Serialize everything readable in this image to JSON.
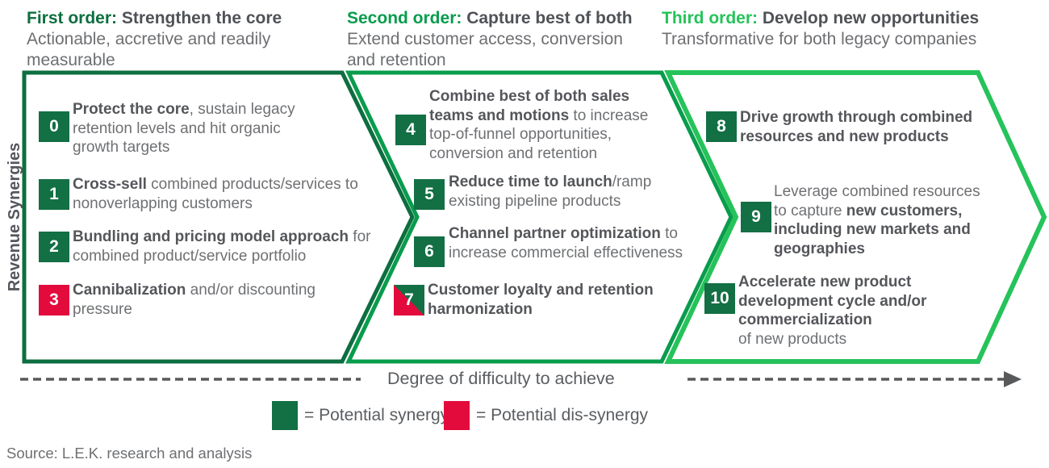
{
  "headers": [
    {
      "prefix": "First order:",
      "title": "Strengthen the core",
      "subtitle": "Actionable, accretive and readily measurable"
    },
    {
      "prefix": "Second order:",
      "title": "Capture best of both",
      "subtitle": "Extend customer access, conversion and retention"
    },
    {
      "prefix": "Third order:",
      "title": "Develop new opportunities",
      "subtitle": "Transformative for both legacy companies"
    }
  ],
  "axis_label": "Revenue Synergies",
  "items": [
    {
      "num": "0",
      "badge": "green",
      "segments": [
        {
          "t": "Protect the core",
          "b": 1
        },
        {
          "t": ", sustain legacy retention levels and hit organic growth targets",
          "b": 0
        }
      ]
    },
    {
      "num": "1",
      "badge": "green",
      "segments": [
        {
          "t": "Cross-sell",
          "b": 1
        },
        {
          "t": " combined products/services to nonoverlapping customers",
          "b": 0
        }
      ]
    },
    {
      "num": "2",
      "badge": "green",
      "segments": [
        {
          "t": "Bundling and pricing model approach",
          "b": 1
        },
        {
          "t": " for combined product/service portfolio",
          "b": 0
        }
      ]
    },
    {
      "num": "3",
      "badge": "red",
      "segments": [
        {
          "t": "Cannibalization",
          "b": 1
        },
        {
          "t": " and/or discounting pressure",
          "b": 0
        }
      ]
    },
    {
      "num": "4",
      "badge": "green",
      "segments": [
        {
          "t": "Combine best of both sales teams and motions",
          "b": 1
        },
        {
          "t": " to increase top-of-funnel opportunities, conversion and retention",
          "b": 0
        }
      ]
    },
    {
      "num": "5",
      "badge": "green",
      "segments": [
        {
          "t": "Reduce time to launch",
          "b": 1
        },
        {
          "t": "/ramp existing pipeline products",
          "b": 0
        }
      ]
    },
    {
      "num": "6",
      "badge": "green",
      "segments": [
        {
          "t": "Channel partner optimization",
          "b": 1
        },
        {
          "t": " to increase commercial effectiveness",
          "b": 0
        }
      ]
    },
    {
      "num": "7",
      "badge": "split",
      "segments": [
        {
          "t": "Customer loyalty and retention harmonization",
          "b": 1
        }
      ]
    },
    {
      "num": "8",
      "badge": "green",
      "segments": [
        {
          "t": "Drive growth through combined resources and new products",
          "b": 1
        }
      ]
    },
    {
      "num": "9",
      "badge": "green",
      "segments": [
        {
          "t": "Leverage combined resources to capture ",
          "b": 0
        },
        {
          "t": "new customers, including new markets and geographies",
          "b": 1
        }
      ]
    },
    {
      "num": "10",
      "badge": "green",
      "segments": [
        {
          "t": "Accelerate new product development cycle and/or commercialization",
          "b": 1,
          "br": 1
        },
        {
          "t": "of new products",
          "b": 0
        }
      ]
    }
  ],
  "difficulty_axis": {
    "label": "Degree of difficulty to achieve"
  },
  "legend": {
    "synergy": "= Potential synergy",
    "dis_synergy": "= Potential dis-synergy"
  },
  "source": "Source: L.E.K. research and analysis",
  "colors": {
    "first_order_green": "#0d6e3f",
    "second_order_green": "#089c4c",
    "third_order_green": "#25c35a",
    "badge_green": "#136f44",
    "dis_synergy_red": "#e30b3c",
    "bold_text": "#54565a",
    "body_text": "#6e7073"
  }
}
